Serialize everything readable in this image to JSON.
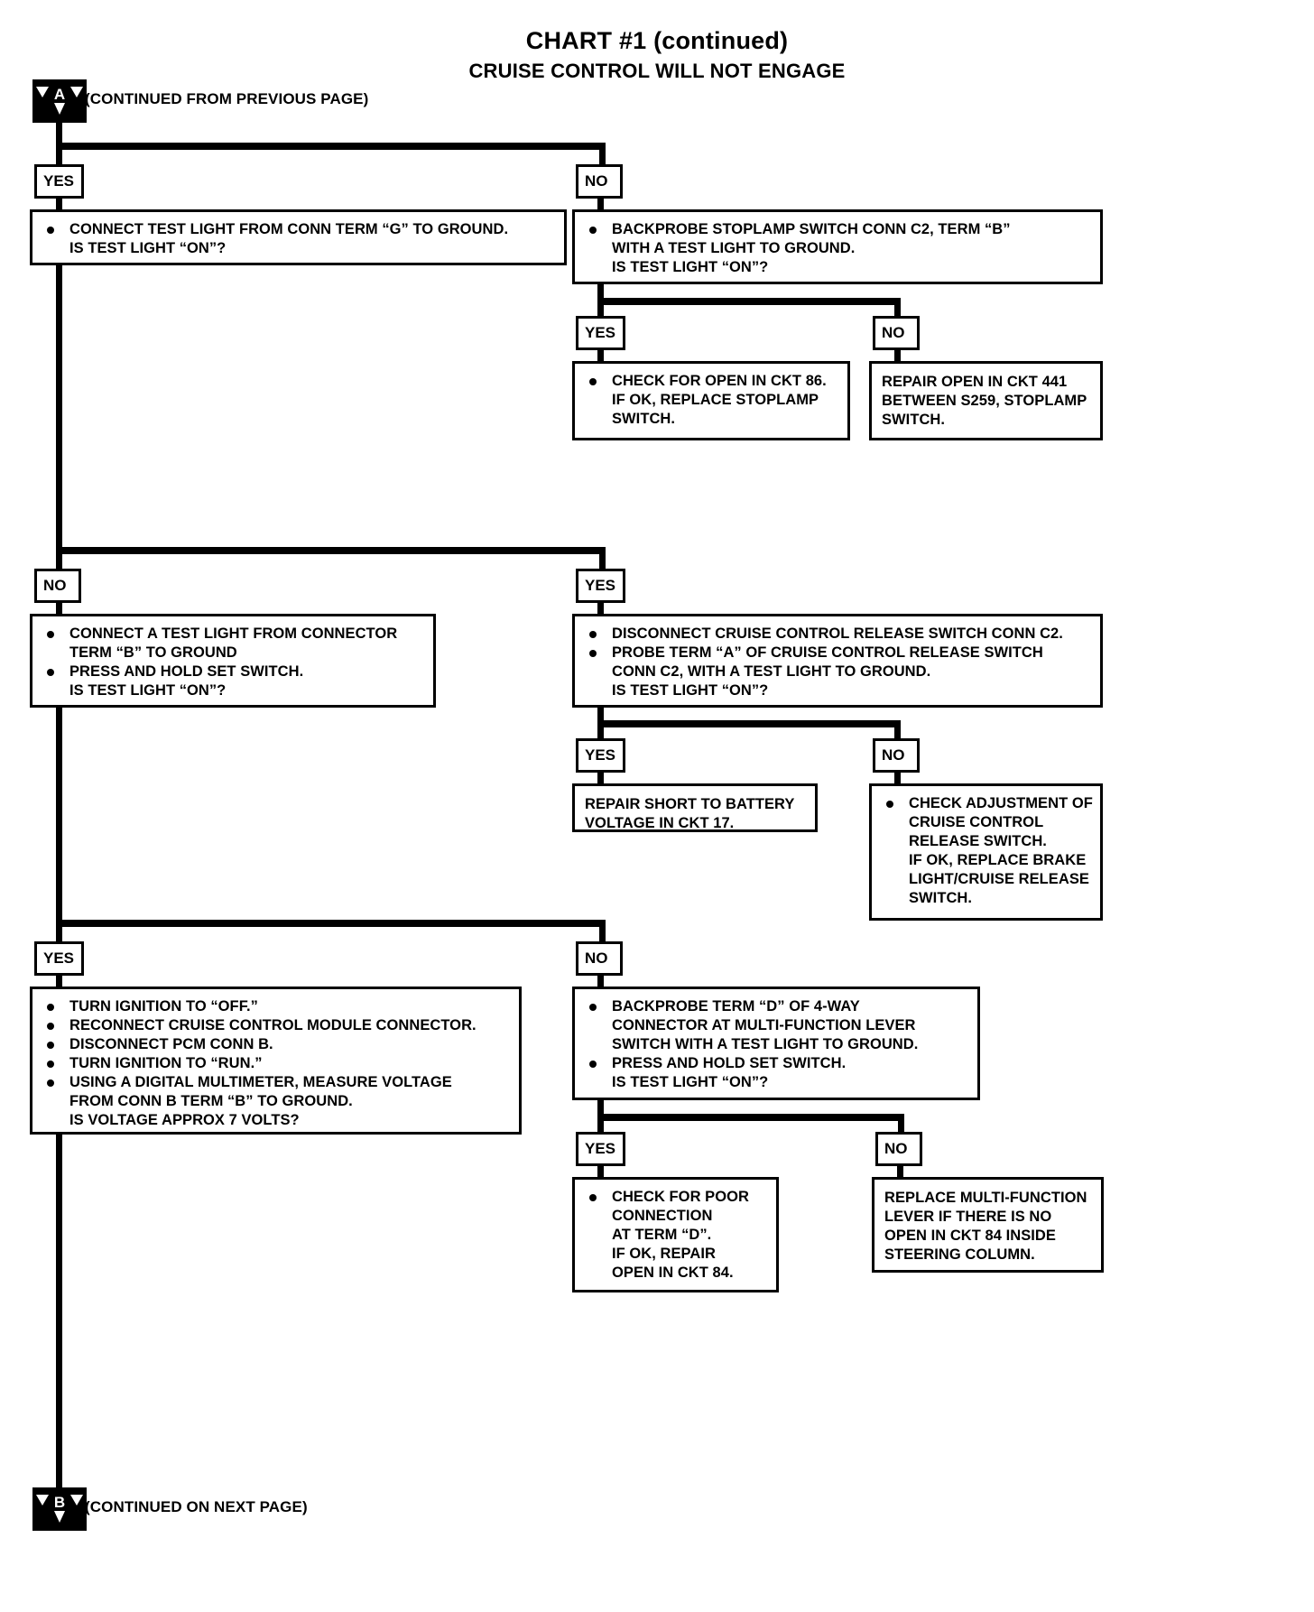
{
  "title": "CHART #1 (continued)",
  "subtitle": "CRUISE CONTROL WILL NOT ENGAGE",
  "markers": {
    "top": {
      "letter": "A",
      "label": "(CONTINUED FROM PREVIOUS PAGE)"
    },
    "bottom": {
      "letter": "B",
      "label": "(CONTINUED ON NEXT PAGE)"
    }
  },
  "tags": {
    "t1_yes": "YES",
    "t1_no": "NO",
    "t2_yes": "YES",
    "t2_no": "NO",
    "t3_no": "NO",
    "t3_yes": "YES",
    "t4_yes": "YES",
    "t4_no": "NO",
    "t5_yes": "YES",
    "t5_no": "NO",
    "t6_yes": "YES",
    "t6_no": "NO"
  },
  "boxes": {
    "b1": {
      "lines": [
        {
          "bullet": true,
          "text": "CONNECT TEST LIGHT FROM CONN TERM “G” TO GROUND."
        },
        {
          "bullet": false,
          "text": "IS TEST LIGHT “ON”?"
        }
      ]
    },
    "b2": {
      "lines": [
        {
          "bullet": true,
          "text": "BACKPROBE STOPLAMP SWITCH CONN C2, TERM “B”"
        },
        {
          "bullet": false,
          "text": "WITH A TEST LIGHT TO GROUND."
        },
        {
          "bullet": false,
          "text": "IS TEST LIGHT “ON”?"
        }
      ]
    },
    "b3": {
      "lines": [
        {
          "bullet": true,
          "text": "CHECK FOR OPEN IN CKT 86."
        },
        {
          "bullet": false,
          "text": "IF OK, REPLACE STOPLAMP"
        },
        {
          "bullet": false,
          "text": "SWITCH."
        }
      ]
    },
    "b4": {
      "plain": true,
      "lines": [
        {
          "bullet": false,
          "text": "REPAIR OPEN IN CKT 441"
        },
        {
          "bullet": false,
          "text": "BETWEEN S259, STOPLAMP"
        },
        {
          "bullet": false,
          "text": "SWITCH."
        }
      ]
    },
    "b5": {
      "lines": [
        {
          "bullet": true,
          "text": "CONNECT A TEST LIGHT FROM CONNECTOR"
        },
        {
          "bullet": false,
          "text": "TERM “B” TO GROUND"
        },
        {
          "bullet": true,
          "text": "PRESS AND HOLD SET SWITCH."
        },
        {
          "bullet": false,
          "text": "IS TEST LIGHT “ON”?"
        }
      ]
    },
    "b6": {
      "lines": [
        {
          "bullet": true,
          "text": "DISCONNECT CRUISE CONTROL RELEASE SWITCH CONN C2."
        },
        {
          "bullet": true,
          "text": "PROBE TERM “A” OF CRUISE CONTROL RELEASE SWITCH"
        },
        {
          "bullet": false,
          "text": "CONN C2, WITH A TEST LIGHT TO GROUND."
        },
        {
          "bullet": false,
          "text": "IS TEST LIGHT “ON”?"
        }
      ]
    },
    "b7": {
      "plain": true,
      "lines": [
        {
          "bullet": false,
          "text": "REPAIR SHORT TO BATTERY"
        },
        {
          "bullet": false,
          "text": "VOLTAGE IN CKT 17."
        }
      ]
    },
    "b8": {
      "lines": [
        {
          "bullet": true,
          "text": "CHECK ADJUSTMENT OF"
        },
        {
          "bullet": false,
          "text": "CRUISE CONTROL"
        },
        {
          "bullet": false,
          "text": "RELEASE SWITCH."
        },
        {
          "bullet": false,
          "text": "IF OK, REPLACE BRAKE"
        },
        {
          "bullet": false,
          "text": "LIGHT/CRUISE RELEASE"
        },
        {
          "bullet": false,
          "text": "SWITCH."
        }
      ]
    },
    "b9": {
      "lines": [
        {
          "bullet": true,
          "text": "TURN IGNITION TO “OFF.”"
        },
        {
          "bullet": true,
          "text": "RECONNECT CRUISE CONTROL MODULE CONNECTOR."
        },
        {
          "bullet": true,
          "text": "DISCONNECT PCM CONN B."
        },
        {
          "bullet": true,
          "text": "TURN IGNITION TO “RUN.”"
        },
        {
          "bullet": true,
          "text": "USING A DIGITAL MULTIMETER, MEASURE VOLTAGE"
        },
        {
          "bullet": false,
          "text": "FROM CONN B TERM “B” TO GROUND."
        },
        {
          "bullet": false,
          "text": "IS VOLTAGE APPROX 7 VOLTS?"
        }
      ]
    },
    "b10": {
      "lines": [
        {
          "bullet": true,
          "text": "BACKPROBE TERM “D” OF 4-WAY"
        },
        {
          "bullet": false,
          "text": "CONNECTOR AT MULTI-FUNCTION LEVER"
        },
        {
          "bullet": false,
          "text": "SWITCH WITH A TEST LIGHT TO GROUND."
        },
        {
          "bullet": true,
          "text": "PRESS AND HOLD SET SWITCH."
        },
        {
          "bullet": false,
          "text": "IS TEST LIGHT “ON”?"
        }
      ]
    },
    "b11": {
      "lines": [
        {
          "bullet": true,
          "text": "CHECK FOR POOR"
        },
        {
          "bullet": false,
          "text": "CONNECTION"
        },
        {
          "bullet": false,
          "text": "AT  TERM “D”."
        },
        {
          "bullet": false,
          "text": "IF OK, REPAIR"
        },
        {
          "bullet": false,
          "text": "OPEN IN CKT 84."
        }
      ]
    },
    "b12": {
      "plain": true,
      "lines": [
        {
          "bullet": false,
          "text": "REPLACE MULTI-FUNCTION"
        },
        {
          "bullet": false,
          "text": "LEVER IF THERE IS NO"
        },
        {
          "bullet": false,
          "text": "OPEN IN CKT 84 INSIDE"
        },
        {
          "bullet": false,
          "text": "STEERING COLUMN."
        }
      ]
    }
  }
}
